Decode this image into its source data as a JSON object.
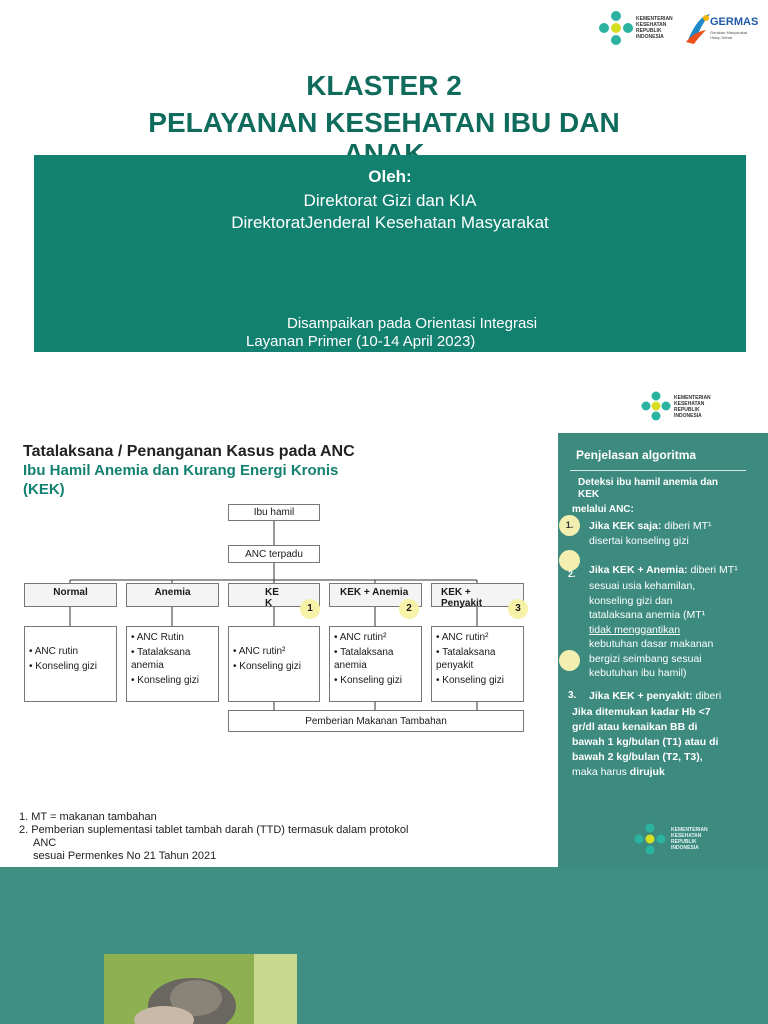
{
  "slide1": {
    "logo_kemenkes": [
      "KEMENTERIAN",
      "KESEHATAN",
      "REPUBLIK",
      "INDONESIA"
    ],
    "logo_germas": "GERMAS",
    "logo_germas_sub": "Gerakan Masyarakat Hidup Sehat",
    "title_line1": "KLASTER 2",
    "title_line2": "PELAYANAN KESEHATAN IBU DAN",
    "title_line3": "ANAK",
    "by_label": "Oleh:",
    "org_line1": "Direktorat Gizi dan KIA",
    "org_line2": "DirektoratJenderal Kesehatan Masyarakat",
    "delivered_line1": "Disampaikan pada Orientasi Integrasi",
    "delivered_line2": "Layanan Primer  (10-14 April 2023)"
  },
  "slide2": {
    "logo_kemenkes": [
      "KEMENTERIAN",
      "KESEHATAN",
      "REPUBLIK",
      "INDONESIA"
    ],
    "title": "Tatalaksana / Penanganan Kasus pada ANC",
    "subtitle_line1": "Ibu Hamil Anemia dan Kurang Energi Kronis",
    "subtitle_line2": "(KEK)",
    "flow": {
      "start": "Ibu hamil",
      "anc": "ANC terpadu",
      "categories": [
        {
          "label": "Normal"
        },
        {
          "label": "Anemia"
        },
        {
          "label": "KEK",
          "badge": "1"
        },
        {
          "label": "KEK + Anemia",
          "badge": "2"
        },
        {
          "label": "KEK + Penyakit",
          "badge": "3"
        }
      ],
      "lists": [
        [
          "ANC rutin",
          "Konseling gizi"
        ],
        [
          "ANC Rutin",
          "Tatalaksana anemia",
          "Konseling gizi"
        ],
        [
          "ANC rutin²",
          "Konseling gizi"
        ],
        [
          "ANC rutin²",
          "Tatalaksana anemia",
          "Konseling gizi"
        ],
        [
          "ANC rutin²",
          "Tatalaksana penyakit",
          "Konseling gizi"
        ]
      ],
      "pmt": "Pemberian Makanan Tambahan"
    },
    "footnotes": [
      "1. MT = makanan tambahan",
      "2. Pemberian suplementasi tablet tambah darah (TTD) termasuk dalam protokol",
      "ANC",
      "sesuai Permenkes No 21 Tahun 2021"
    ],
    "side": {
      "heading": "Penjelasan algoritma",
      "intro_line1": "Deteksi ibu hamil anemia dan",
      "intro_line2": "KEK",
      "intro_line3": "melalui ANC:",
      "item1_num": "1.",
      "item1_bold": "Jika KEK saja:",
      "item1_text": " diberi MT¹",
      "item1_line2": "disertai  konseling gizi",
      "item2_num": "2.",
      "item2_bold": "Jika KEK + Anemia:",
      "item2_text": " diberi MT¹",
      "item2_lines": [
        "sesuai usia kehamilan,",
        "konseling  gizi dan",
        "tatalaksana anemia   (MT¹",
        "tidak menggantikan",
        "kebutuhan dasar makanan",
        "bergizi seimbang sesuai",
        "kebutuhan ibu hamil)"
      ],
      "item3_num": "3.",
      "item3_bold": "Jika KEK + penyakit:",
      "item3_text": " diberi",
      "item3_lines": [
        "Jika ditemukan kadar Hb <7",
        "gr/dl atau kenaikan BB di",
        "bawah 1 kg/bulan (T1) atau di",
        "bawah 2  kg/bulan (T2, T3),"
      ],
      "item3_end": "maka harus ",
      "item3_end_bold": "dirujuk"
    }
  },
  "colors": {
    "teal_dark": "#138170",
    "teal_side": "#3d8b7f",
    "teal_bg": "#408f83",
    "badge_yellow": "#f6f2a8"
  }
}
